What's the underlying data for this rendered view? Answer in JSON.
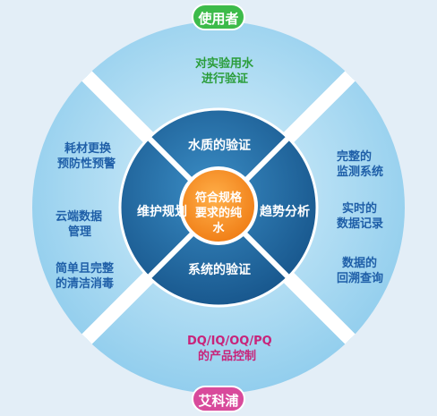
{
  "pills": {
    "top": "使用者",
    "bottom": "艾科浦"
  },
  "outer": {
    "top": [
      "对实验用水",
      "进行验证"
    ],
    "left": [
      [
        "耗材更换",
        "预防性预警"
      ],
      [
        "云端数据",
        "管理"
      ],
      [
        "简单且完整",
        "的清洁消毒"
      ]
    ],
    "right": [
      [
        "完整的",
        "监测系统"
      ],
      [
        "实时的",
        "数据记录"
      ],
      [
        "数据的",
        "回溯查询"
      ]
    ],
    "bottom": [
      "DQ/IQ/OQ/PQ",
      "的产品控制"
    ]
  },
  "inner": {
    "top": "水质的验证",
    "right": "趋势分析",
    "bottom": "系统的验证",
    "left": "维护规划"
  },
  "center": [
    "符合规格",
    "要求的纯水"
  ],
  "colors": {
    "background": "#e3eef7",
    "outer_ring": "#9fd2ee",
    "inner_ring": "#1f6aa0",
    "center": "#f68b1f",
    "top_pill": "#3dbb4a",
    "bottom_pill": "#d84a9b"
  }
}
